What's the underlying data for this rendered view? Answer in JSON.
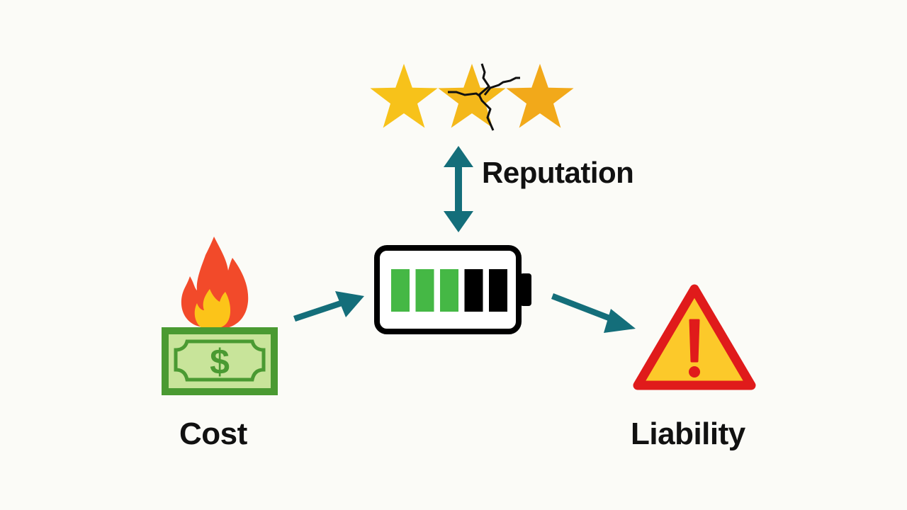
{
  "diagram": {
    "nodes": {
      "reputation": {
        "label": "Reputation",
        "icon": "cracked-star-rating-icon",
        "stars": 3
      },
      "battery": {
        "icon": "battery-icon",
        "segments_total": 5,
        "segments_filled": 3
      },
      "cost": {
        "label": "Cost",
        "icon": "burning-money-icon"
      },
      "liability": {
        "label": "Liability",
        "icon": "warning-triangle-icon"
      }
    },
    "edges": [
      {
        "from": "cost",
        "to": "battery",
        "type": "one-way"
      },
      {
        "from": "battery",
        "to": "liability",
        "type": "one-way"
      },
      {
        "from": "battery",
        "to": "reputation",
        "type": "two-way"
      }
    ]
  },
  "colors": {
    "background": "#fbfbf7",
    "arrow": "#146e7a",
    "star": "#f5b912",
    "battery_fill": "#45b845",
    "battery_empty": "#000000",
    "money_dark": "#4a9a32",
    "money_light": "#c8e49a",
    "flame_outer": "#f24a2a",
    "flame_inner": "#fcc419",
    "warning_border": "#e01b1b",
    "warning_fill": "#fcc92a",
    "text": "#111111"
  }
}
